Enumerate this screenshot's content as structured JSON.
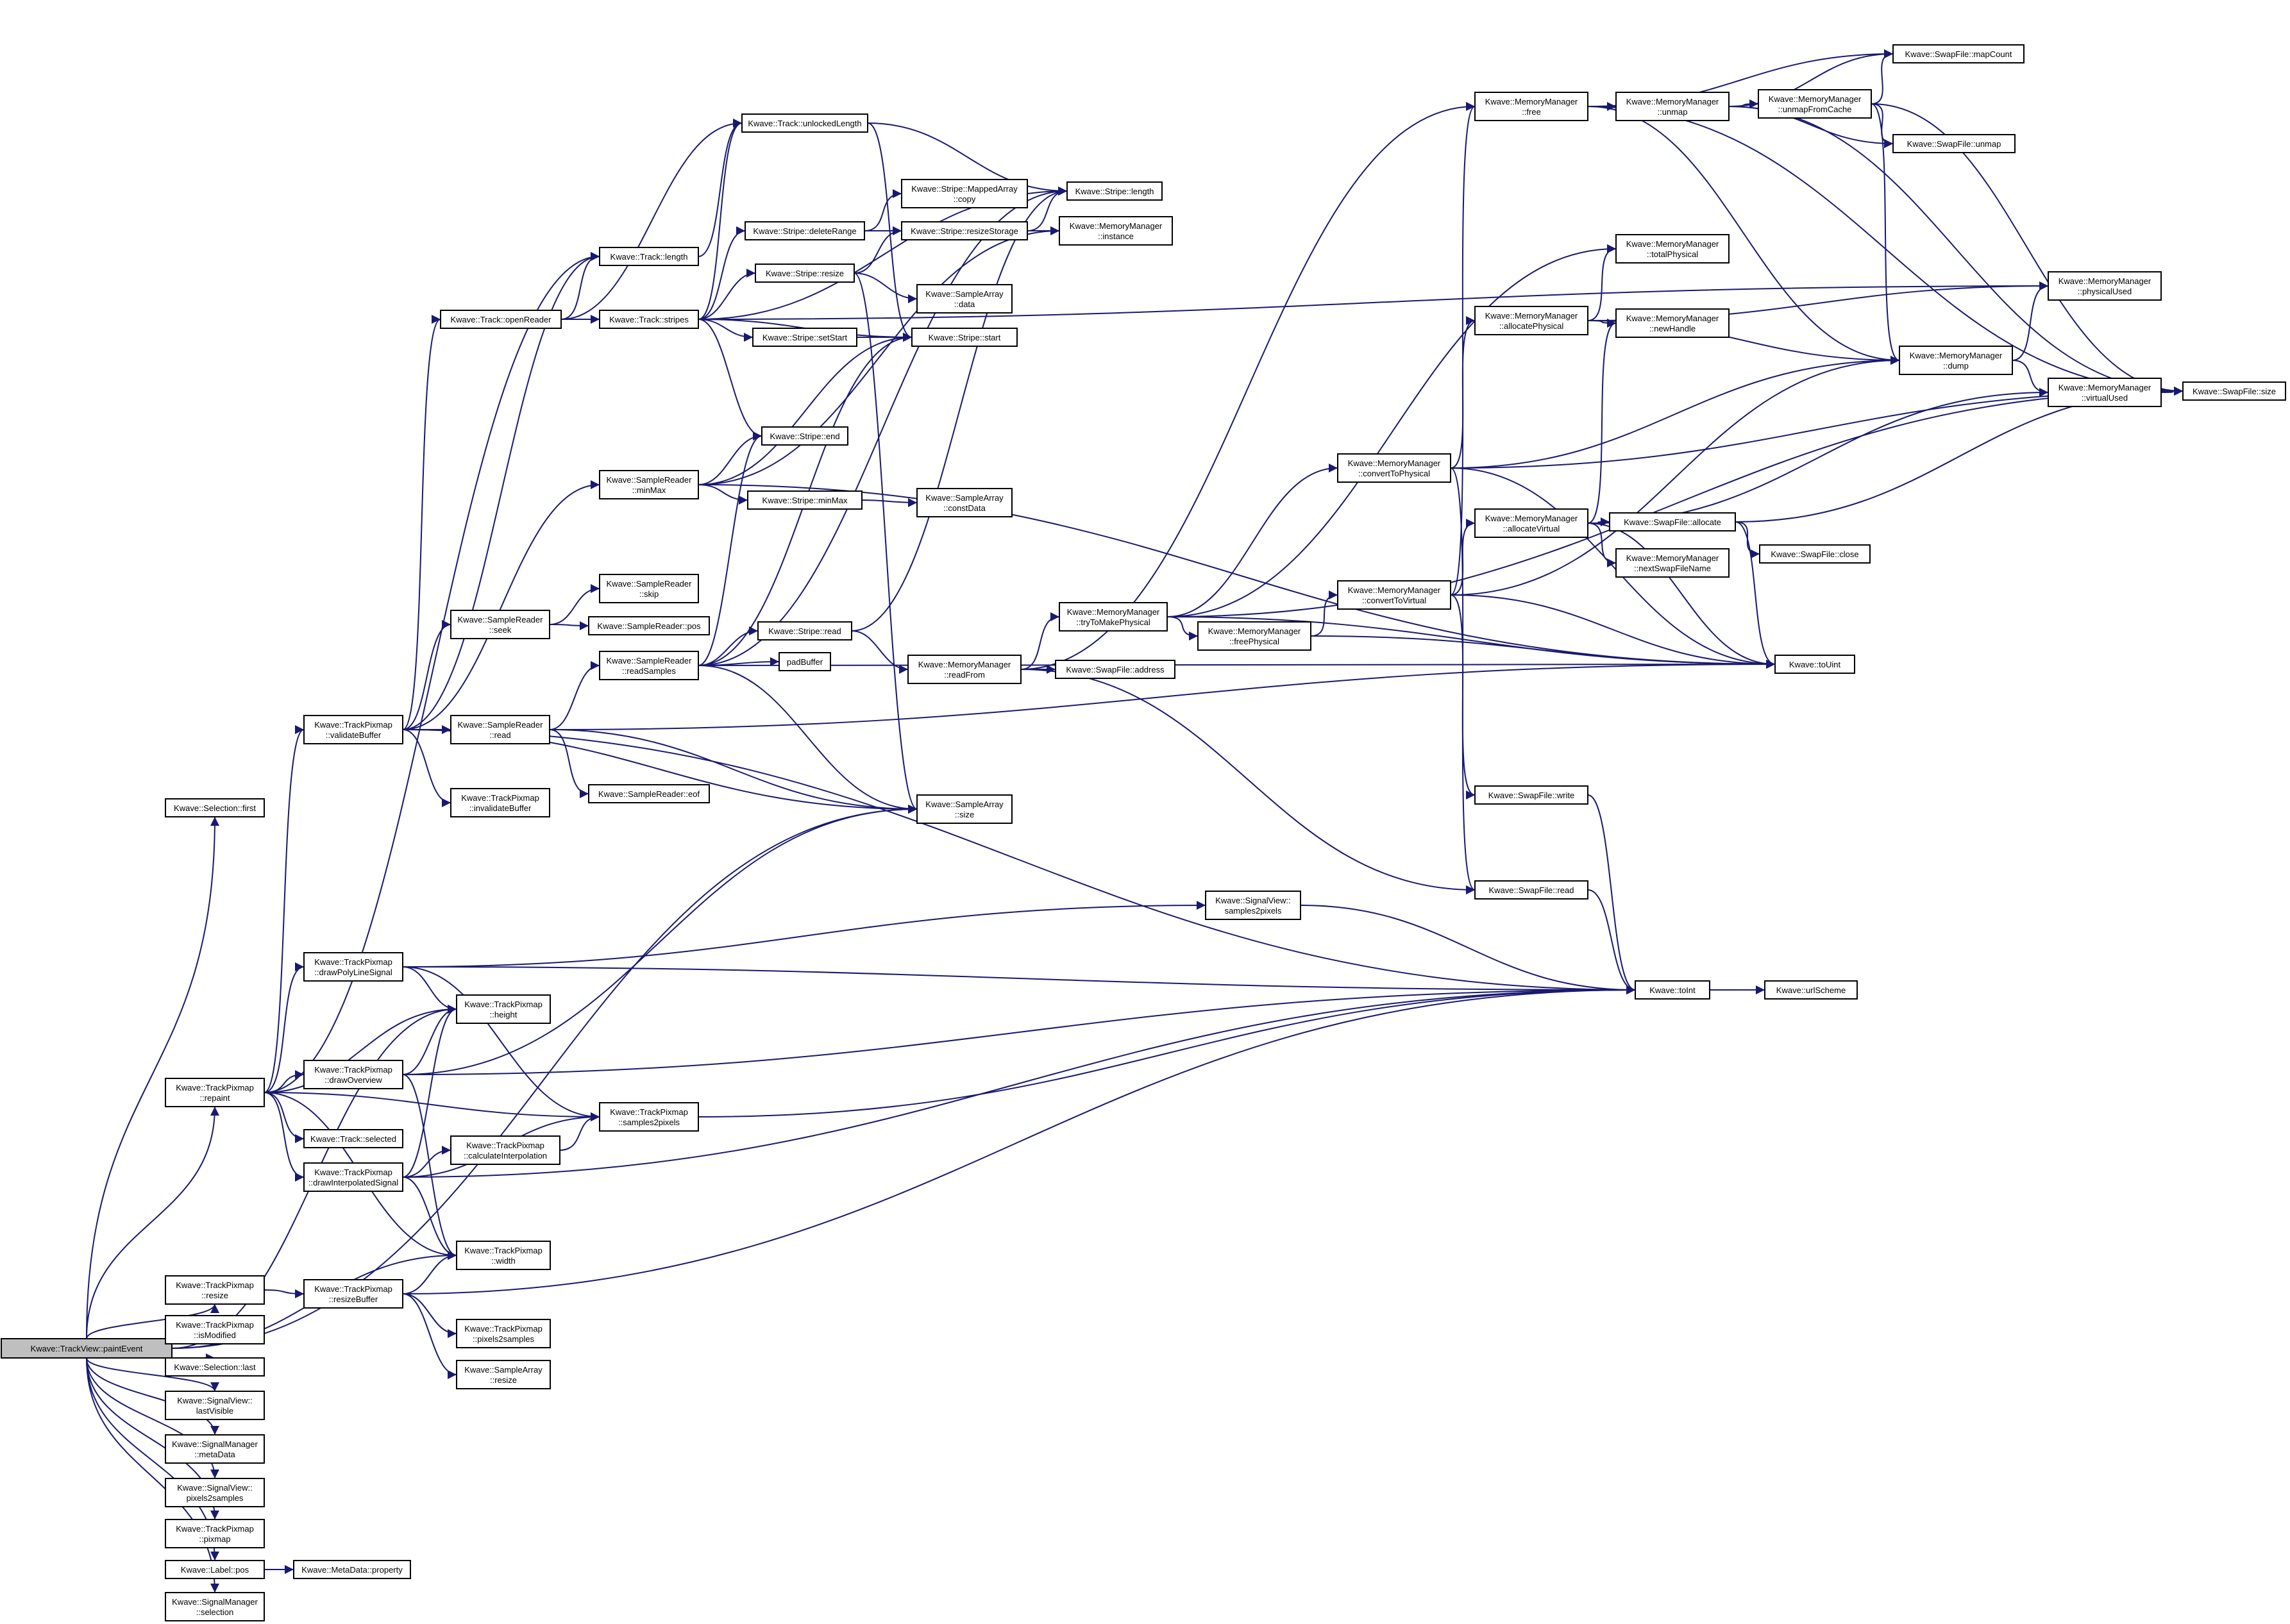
{
  "colors": {
    "edge": "#191970",
    "node_fill": "#ffffff",
    "root_fill": "#bfbfbf",
    "border": "#000000"
  },
  "nodes": [
    {
      "id": "root",
      "lines": [
        "Kwave::TrackView::paintEvent"
      ],
      "root": true
    },
    {
      "id": "sel_first",
      "lines": [
        "Kwave::Selection::first"
      ]
    },
    {
      "id": "repaint",
      "lines": [
        "Kwave::TrackPixmap",
        "::repaint"
      ]
    },
    {
      "id": "tp_resize",
      "lines": [
        "Kwave::TrackPixmap",
        "::resize"
      ]
    },
    {
      "id": "tp_ismod",
      "lines": [
        "Kwave::TrackPixmap",
        "::isModified"
      ]
    },
    {
      "id": "sel_last",
      "lines": [
        "Kwave::Selection::last"
      ]
    },
    {
      "id": "sv_lastvis",
      "lines": [
        "Kwave::SignalView::",
        "lastVisible"
      ]
    },
    {
      "id": "sm_meta",
      "lines": [
        "Kwave::SignalManager",
        "::metaData"
      ]
    },
    {
      "id": "sv_p2s",
      "lines": [
        "Kwave::SignalView::",
        "pixels2samples"
      ]
    },
    {
      "id": "tp_pixmap",
      "lines": [
        "Kwave::TrackPixmap",
        "::pixmap"
      ]
    },
    {
      "id": "label_pos",
      "lines": [
        "Kwave::Label::pos"
      ]
    },
    {
      "id": "sm_selection",
      "lines": [
        "Kwave::SignalManager",
        "::selection"
      ]
    },
    {
      "id": "validate",
      "lines": [
        "Kwave::TrackPixmap",
        "::validateBuffer"
      ]
    },
    {
      "id": "drawpoly",
      "lines": [
        "Kwave::TrackPixmap",
        "::drawPolyLineSignal"
      ]
    },
    {
      "id": "drawover",
      "lines": [
        "Kwave::TrackPixmap",
        "::drawOverview"
      ]
    },
    {
      "id": "track_sel",
      "lines": [
        "Kwave::Track::selected"
      ]
    },
    {
      "id": "drawinterp",
      "lines": [
        "Kwave::TrackPixmap",
        "::drawInterpolatedSignal"
      ]
    },
    {
      "id": "resizebuf",
      "lines": [
        "Kwave::TrackPixmap",
        "::resizeBuffer"
      ]
    },
    {
      "id": "md_prop",
      "lines": [
        "Kwave::MetaData::property"
      ]
    },
    {
      "id": "track_len",
      "lines": [
        "Kwave::Track::length"
      ]
    },
    {
      "id": "openreader",
      "lines": [
        "Kwave::Track::openReader"
      ]
    },
    {
      "id": "sr_seek",
      "lines": [
        "Kwave::SampleReader",
        "::seek"
      ]
    },
    {
      "id": "sr_read",
      "lines": [
        "Kwave::SampleReader",
        "::read"
      ]
    },
    {
      "id": "tp_invalid",
      "lines": [
        "Kwave::TrackPixmap",
        "::invalidateBuffer"
      ]
    },
    {
      "id": "sr_minmax",
      "lines": [
        "Kwave::SampleReader",
        "::minMax"
      ]
    },
    {
      "id": "tp_height",
      "lines": [
        "Kwave::TrackPixmap",
        "::height"
      ]
    },
    {
      "id": "tp_calcint",
      "lines": [
        "Kwave::TrackPixmap",
        "::calculateInterpolation"
      ]
    },
    {
      "id": "tp_width",
      "lines": [
        "Kwave::TrackPixmap",
        "::width"
      ]
    },
    {
      "id": "tp_p2s",
      "lines": [
        "Kwave::TrackPixmap",
        "::pixels2samples"
      ]
    },
    {
      "id": "sa_resize",
      "lines": [
        "Kwave::SampleArray",
        "::resize"
      ]
    },
    {
      "id": "tp_s2p",
      "lines": [
        "Kwave::TrackPixmap",
        "::samples2pixels"
      ]
    },
    {
      "id": "unlocked",
      "lines": [
        "Kwave::Track::unlockedLength"
      ]
    },
    {
      "id": "stripes",
      "lines": [
        "Kwave::Track::stripes"
      ]
    },
    {
      "id": "sr_skip",
      "lines": [
        "Kwave::SampleReader",
        "::skip"
      ]
    },
    {
      "id": "sr_pos",
      "lines": [
        "Kwave::SampleReader::pos"
      ]
    },
    {
      "id": "sr_readsamples",
      "lines": [
        "Kwave::SampleReader",
        "::readSamples"
      ]
    },
    {
      "id": "sr_eof",
      "lines": [
        "Kwave::SampleReader::eof"
      ]
    },
    {
      "id": "st_delrange",
      "lines": [
        "Kwave::Stripe::deleteRange"
      ]
    },
    {
      "id": "st_resize",
      "lines": [
        "Kwave::Stripe::resize"
      ]
    },
    {
      "id": "st_setstart",
      "lines": [
        "Kwave::Stripe::setStart"
      ]
    },
    {
      "id": "st_end",
      "lines": [
        "Kwave::Stripe::end"
      ]
    },
    {
      "id": "st_minmax",
      "lines": [
        "Kwave::Stripe::minMax"
      ]
    },
    {
      "id": "st_read",
      "lines": [
        "Kwave::Stripe::read"
      ]
    },
    {
      "id": "padbuffer",
      "lines": [
        "padBuffer"
      ]
    },
    {
      "id": "ma_copy",
      "lines": [
        "Kwave::Stripe::MappedArray",
        "::copy"
      ]
    },
    {
      "id": "st_resizestor",
      "lines": [
        "Kwave::Stripe::resizeStorage"
      ]
    },
    {
      "id": "sa_data",
      "lines": [
        "Kwave::SampleArray",
        "::data"
      ]
    },
    {
      "id": "st_start",
      "lines": [
        "Kwave::Stripe::start"
      ]
    },
    {
      "id": "sa_constdata",
      "lines": [
        "Kwave::SampleArray",
        "::constData"
      ]
    },
    {
      "id": "mm_readfrom",
      "lines": [
        "Kwave::MemoryManager",
        "::readFrom"
      ]
    },
    {
      "id": "sa_size",
      "lines": [
        "Kwave::SampleArray",
        "::size"
      ]
    },
    {
      "id": "st_length",
      "lines": [
        "Kwave::Stripe::length"
      ]
    },
    {
      "id": "mm_instance",
      "lines": [
        "Kwave::MemoryManager",
        "::instance"
      ]
    },
    {
      "id": "mm_trymake",
      "lines": [
        "Kwave::MemoryManager",
        "::tryToMakePhysical"
      ]
    },
    {
      "id": "swf_address",
      "lines": [
        "Kwave::SwapFile::address"
      ]
    },
    {
      "id": "sv_s2p",
      "lines": [
        "Kwave::SignalView::",
        "samples2pixels"
      ]
    },
    {
      "id": "mm_freephys",
      "lines": [
        "Kwave::MemoryManager",
        "::freePhysical"
      ]
    },
    {
      "id": "mm_free",
      "lines": [
        "Kwave::MemoryManager",
        "::free"
      ]
    },
    {
      "id": "mm_allocphys",
      "lines": [
        "Kwave::MemoryManager",
        "::allocatePhysical"
      ]
    },
    {
      "id": "mm_convphys",
      "lines": [
        "Kwave::MemoryManager",
        "::convertToPhysical"
      ]
    },
    {
      "id": "mm_allocvirt",
      "lines": [
        "Kwave::MemoryManager",
        "::allocateVirtual"
      ]
    },
    {
      "id": "mm_convvirt",
      "lines": [
        "Kwave::MemoryManager",
        "::convertToVirtual"
      ]
    },
    {
      "id": "swf_write",
      "lines": [
        "Kwave::SwapFile::write"
      ]
    },
    {
      "id": "swf_read",
      "lines": [
        "Kwave::SwapFile::read"
      ]
    },
    {
      "id": "mm_unmap",
      "lines": [
        "Kwave::MemoryManager",
        "::unmap"
      ]
    },
    {
      "id": "mm_totalphys",
      "lines": [
        "Kwave::MemoryManager",
        "::totalPhysical"
      ]
    },
    {
      "id": "mm_newhandle",
      "lines": [
        "Kwave::MemoryManager",
        "::newHandle"
      ]
    },
    {
      "id": "swf_alloc",
      "lines": [
        "Kwave::SwapFile::allocate"
      ]
    },
    {
      "id": "mm_nextswap",
      "lines": [
        "Kwave::MemoryManager",
        "::nextSwapFileName"
      ]
    },
    {
      "id": "toint",
      "lines": [
        "Kwave::toInt"
      ]
    },
    {
      "id": "urlscheme",
      "lines": [
        "Kwave::urlScheme"
      ]
    },
    {
      "id": "mm_unmapcache",
      "lines": [
        "Kwave::MemoryManager",
        "::unmapFromCache"
      ]
    },
    {
      "id": "swf_close",
      "lines": [
        "Kwave::SwapFile::close"
      ]
    },
    {
      "id": "touint",
      "lines": [
        "Kwave::toUint"
      ]
    },
    {
      "id": "swf_mapcount",
      "lines": [
        "Kwave::SwapFile::mapCount"
      ]
    },
    {
      "id": "swf_unmap",
      "lines": [
        "Kwave::SwapFile::unmap"
      ]
    },
    {
      "id": "mm_dump",
      "lines": [
        "Kwave::MemoryManager",
        "::dump"
      ]
    },
    {
      "id": "mm_physused",
      "lines": [
        "Kwave::MemoryManager",
        "::physicalUsed"
      ]
    },
    {
      "id": "mm_virtused",
      "lines": [
        "Kwave::MemoryManager",
        "::virtualUsed"
      ]
    },
    {
      "id": "swf_size",
      "lines": [
        "Kwave::SwapFile::size"
      ]
    }
  ],
  "edges": [
    [
      "root",
      "sel_first"
    ],
    [
      "root",
      "repaint"
    ],
    [
      "root",
      "tp_resize"
    ],
    [
      "root",
      "tp_ismod"
    ],
    [
      "root",
      "sel_last"
    ],
    [
      "root",
      "sv_lastvis"
    ],
    [
      "root",
      "sm_meta"
    ],
    [
      "root",
      "sv_p2s"
    ],
    [
      "root",
      "tp_pixmap"
    ],
    [
      "root",
      "label_pos"
    ],
    [
      "root",
      "sm_selection"
    ],
    [
      "root",
      "tp_height"
    ],
    [
      "root",
      "tp_width"
    ],
    [
      "root",
      "sa_size"
    ],
    [
      "repaint",
      "track_len"
    ],
    [
      "repaint",
      "validate"
    ],
    [
      "repaint",
      "drawpoly"
    ],
    [
      "repaint",
      "drawover"
    ],
    [
      "repaint",
      "track_sel"
    ],
    [
      "repaint",
      "drawinterp"
    ],
    [
      "repaint",
      "tp_height"
    ],
    [
      "repaint",
      "tp_width"
    ],
    [
      "repaint",
      "tp_s2p"
    ],
    [
      "tp_resize",
      "resizebuf"
    ],
    [
      "label_pos",
      "md_prop"
    ],
    [
      "validate",
      "openreader"
    ],
    [
      "validate",
      "track_len"
    ],
    [
      "validate",
      "sr_minmax"
    ],
    [
      "validate",
      "sr_seek"
    ],
    [
      "validate",
      "sr_read"
    ],
    [
      "validate",
      "tp_invalid"
    ],
    [
      "validate",
      "sa_size"
    ],
    [
      "validate",
      "toint"
    ],
    [
      "drawpoly",
      "tp_height"
    ],
    [
      "drawpoly",
      "tp_s2p"
    ],
    [
      "drawpoly",
      "toint"
    ],
    [
      "drawpoly",
      "sv_s2p"
    ],
    [
      "drawover",
      "tp_height"
    ],
    [
      "drawover",
      "tp_width"
    ],
    [
      "drawover",
      "sa_size"
    ],
    [
      "drawover",
      "toint"
    ],
    [
      "drawinterp",
      "tp_height"
    ],
    [
      "drawinterp",
      "tp_width"
    ],
    [
      "drawinterp",
      "tp_calcint"
    ],
    [
      "drawinterp",
      "tp_s2p"
    ],
    [
      "drawinterp",
      "toint"
    ],
    [
      "resizebuf",
      "tp_width"
    ],
    [
      "resizebuf",
      "tp_p2s"
    ],
    [
      "resizebuf",
      "sa_resize"
    ],
    [
      "resizebuf",
      "toint"
    ],
    [
      "tp_s2p",
      "toint"
    ],
    [
      "tp_calcint",
      "tp_s2p"
    ],
    [
      "openreader",
      "track_len"
    ],
    [
      "openreader",
      "unlocked"
    ],
    [
      "openreader",
      "stripes"
    ],
    [
      "track_len",
      "unlocked"
    ],
    [
      "unlocked",
      "st_length"
    ],
    [
      "unlocked",
      "st_start"
    ],
    [
      "stripes",
      "unlocked"
    ],
    [
      "stripes",
      "st_delrange"
    ],
    [
      "stripes",
      "st_resize"
    ],
    [
      "stripes",
      "st_setstart"
    ],
    [
      "stripes",
      "st_start"
    ],
    [
      "stripes",
      "st_end"
    ],
    [
      "stripes",
      "st_length"
    ],
    [
      "stripes",
      "mm_physused"
    ],
    [
      "st_delrange",
      "ma_copy"
    ],
    [
      "st_delrange",
      "st_resizestor"
    ],
    [
      "st_resize",
      "st_resizestor"
    ],
    [
      "st_resize",
      "sa_data"
    ],
    [
      "st_resize",
      "sa_size"
    ],
    [
      "st_resizestor",
      "st_length"
    ],
    [
      "st_resizestor",
      "mm_instance"
    ],
    [
      "st_setstart",
      "st_start"
    ],
    [
      "sr_minmax",
      "st_start"
    ],
    [
      "sr_minmax",
      "st_end"
    ],
    [
      "sr_minmax",
      "st_minmax"
    ],
    [
      "sr_minmax",
      "touint"
    ],
    [
      "sr_minmax",
      "mm_instance"
    ],
    [
      "st_minmax",
      "sa_constdata"
    ],
    [
      "sr_seek",
      "sr_skip"
    ],
    [
      "sr_seek",
      "sr_pos"
    ],
    [
      "sr_read",
      "sr_readsamples"
    ],
    [
      "sr_read",
      "sr_eof"
    ],
    [
      "sr_read",
      "sa_size"
    ],
    [
      "sr_read",
      "touint"
    ],
    [
      "sr_readsamples",
      "st_start"
    ],
    [
      "sr_readsamples",
      "st_end"
    ],
    [
      "sr_readsamples",
      "st_read"
    ],
    [
      "sr_readsamples",
      "padbuffer"
    ],
    [
      "sr_readsamples",
      "sa_size"
    ],
    [
      "sr_readsamples",
      "st_length"
    ],
    [
      "sr_readsamples",
      "touint"
    ],
    [
      "st_read",
      "mm_readfrom"
    ],
    [
      "st_read",
      "st_length"
    ],
    [
      "mm_readfrom",
      "mm_trymake"
    ],
    [
      "mm_readfrom",
      "swf_address"
    ],
    [
      "mm_readfrom",
      "swf_read"
    ],
    [
      "mm_readfrom",
      "mm_free"
    ],
    [
      "mm_trymake",
      "mm_freephys"
    ],
    [
      "mm_trymake",
      "mm_convphys"
    ],
    [
      "mm_trymake",
      "mm_totalphys"
    ],
    [
      "mm_trymake",
      "swf_size"
    ],
    [
      "mm_trymake",
      "touint"
    ],
    [
      "mm_freephys",
      "mm_convvirt"
    ],
    [
      "mm_freephys",
      "touint"
    ],
    [
      "mm_convphys",
      "mm_allocphys"
    ],
    [
      "mm_convphys",
      "mm_dump"
    ],
    [
      "mm_convphys",
      "touint"
    ],
    [
      "mm_convphys",
      "swf_read"
    ],
    [
      "mm_convphys",
      "swf_size"
    ],
    [
      "mm_convvirt",
      "mm_allocvirt"
    ],
    [
      "mm_convvirt",
      "swf_write"
    ],
    [
      "mm_convvirt",
      "mm_free"
    ],
    [
      "mm_convvirt",
      "touint"
    ],
    [
      "mm_convvirt",
      "mm_dump"
    ],
    [
      "mm_allocphys",
      "mm_totalphys"
    ],
    [
      "mm_allocphys",
      "mm_newhandle"
    ],
    [
      "mm_allocphys",
      "mm_physused"
    ],
    [
      "mm_allocphys",
      "mm_dump"
    ],
    [
      "mm_allocvirt",
      "swf_alloc"
    ],
    [
      "mm_allocvirt",
      "mm_nextswap"
    ],
    [
      "mm_allocvirt",
      "mm_newhandle"
    ],
    [
      "mm_allocvirt",
      "mm_virtused"
    ],
    [
      "mm_allocvirt",
      "touint"
    ],
    [
      "swf_alloc",
      "swf_close"
    ],
    [
      "swf_alloc",
      "touint"
    ],
    [
      "swf_alloc",
      "swf_size"
    ],
    [
      "mm_free",
      "mm_unmap"
    ],
    [
      "mm_free",
      "swf_mapcount"
    ],
    [
      "mm_free",
      "mm_dump"
    ],
    [
      "mm_free",
      "swf_size"
    ],
    [
      "mm_unmap",
      "mm_unmapcache"
    ],
    [
      "mm_unmap",
      "swf_unmap"
    ],
    [
      "mm_unmap",
      "swf_mapcount"
    ],
    [
      "mm_unmap",
      "swf_size"
    ],
    [
      "mm_unmapcache",
      "swf_mapcount"
    ],
    [
      "mm_unmapcache",
      "swf_unmap"
    ],
    [
      "mm_unmapcache",
      "mm_dump"
    ],
    [
      "mm_unmapcache",
      "swf_size"
    ],
    [
      "mm_dump",
      "mm_physused"
    ],
    [
      "mm_dump",
      "mm_virtused"
    ],
    [
      "mm_virtused",
      "swf_size"
    ],
    [
      "swf_write",
      "toint"
    ],
    [
      "swf_read",
      "toint"
    ],
    [
      "sv_s2p",
      "toint"
    ],
    [
      "toint",
      "urlscheme"
    ]
  ]
}
